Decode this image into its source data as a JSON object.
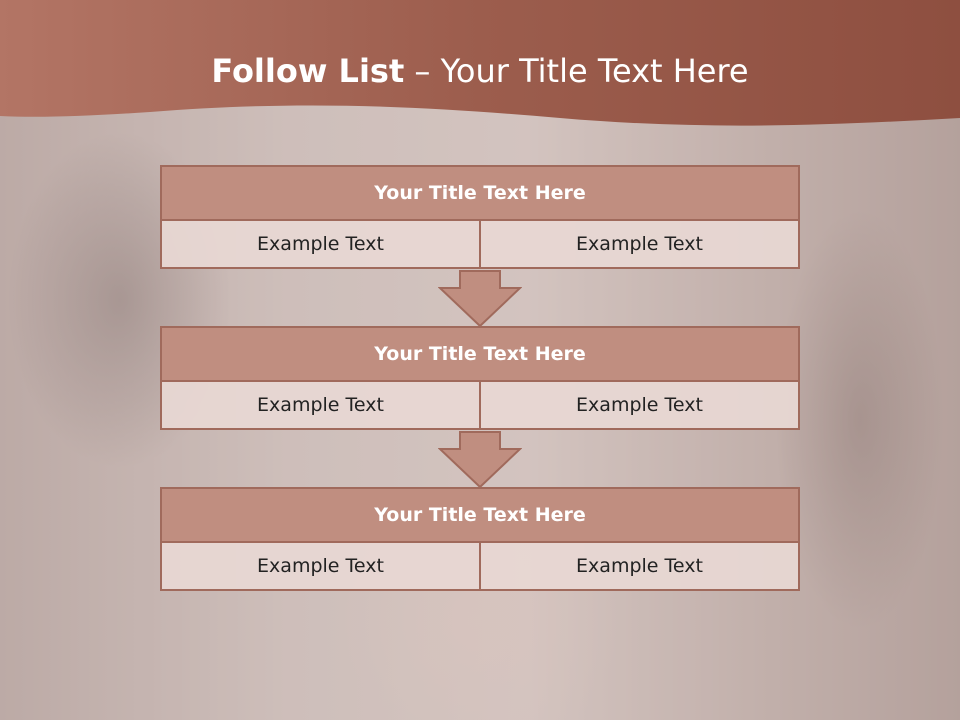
{
  "slide": {
    "title_bold": "Follow List",
    "title_rest": " – Your Title Text Here"
  },
  "blocks": [
    {
      "title": "Your Title Text Here",
      "left": "Example Text",
      "right": "Example Text"
    },
    {
      "title": "Your Title Text Here",
      "left": "Example Text",
      "right": "Example Text"
    },
    {
      "title": "Your Title Text Here",
      "left": "Example Text",
      "right": "Example Text"
    }
  ],
  "colors": {
    "header": "#9e5a4a",
    "block_title": "#c08e80",
    "border": "#a06a5c",
    "cell": "#e8d8d4"
  }
}
